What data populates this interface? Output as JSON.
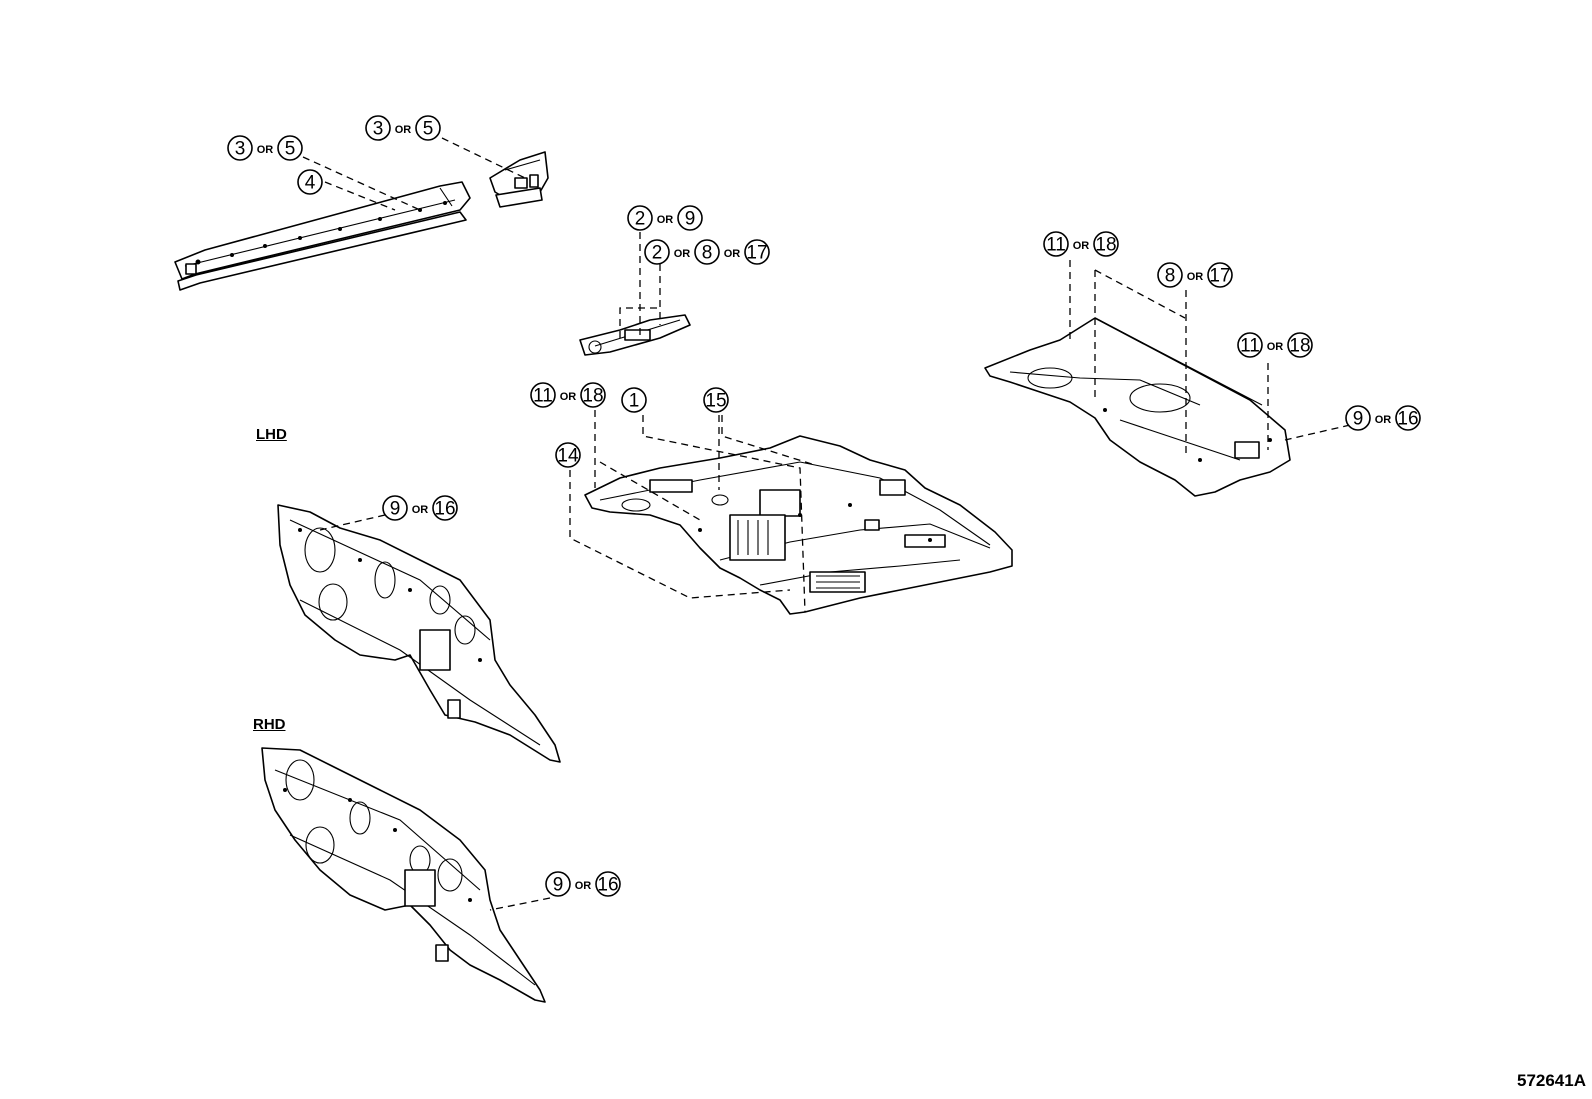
{
  "labels": {
    "lhd": "LHD",
    "rhd": "RHD",
    "ref_code": "572641A",
    "or": "OR"
  },
  "callouts": {
    "c1": [
      "3",
      "5"
    ],
    "c2": [
      "3",
      "5"
    ],
    "c3": [
      "4"
    ],
    "c4": [
      "2",
      "9"
    ],
    "c5": [
      "2",
      "8",
      "17"
    ],
    "c6": [
      "11",
      "18"
    ],
    "c7": [
      "1"
    ],
    "c8": [
      "15"
    ],
    "c9": [
      "14"
    ],
    "c10": [
      "11",
      "18"
    ],
    "c11": [
      "8",
      "17"
    ],
    "c12": [
      "11",
      "18"
    ],
    "c13": [
      "9",
      "16"
    ],
    "c14": [
      "9",
      "16"
    ],
    "c15": [
      "9",
      "16"
    ]
  }
}
